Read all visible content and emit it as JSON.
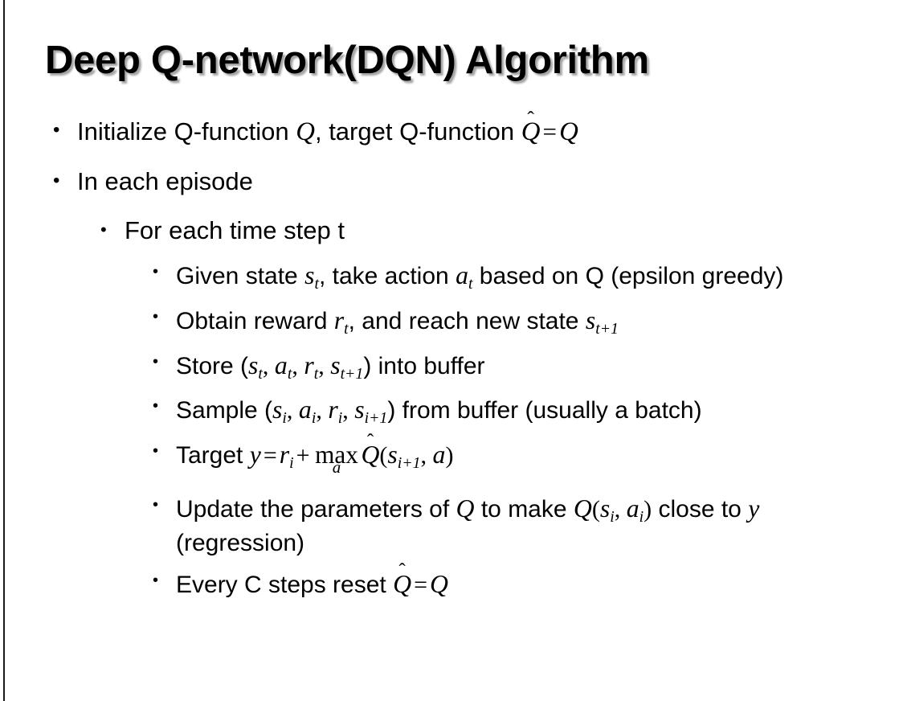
{
  "slide": {
    "title": "Deep Q-network(DQN) Algorithm",
    "background_color": "#ffffff",
    "text_color": "#000000",
    "left_rule_color": "#1a1a1a",
    "bullet_glyph": "•"
  },
  "content": {
    "b1_initialize": {
      "t1": "Initialize Q-function ",
      "Q_a": "Q",
      "t2": ", target Q-function ",
      "Qhat": "Q",
      "hat": "̂",
      "eq": "=",
      "Q_b": "Q"
    },
    "b2_in_each_episode": {
      "text": "In each episode"
    },
    "b3_for_each_time_step": {
      "text": "For each time step t"
    },
    "b4_given_state": {
      "t1": "Given state ",
      "s": "s",
      "s_sub": "t",
      "t2": ", take action ",
      "a": "a",
      "a_sub": "t",
      "t3": " based on Q (epsilon greedy)"
    },
    "b5_obtain_reward": {
      "t1": "Obtain reward ",
      "r": "r",
      "r_sub": "t",
      "t2": ", and reach new state ",
      "s": "s",
      "s_sub": "t+1"
    },
    "b6_store": {
      "t1": "Store (",
      "s1": "s",
      "s1_sub": "t",
      "c1": ", ",
      "a1": "a",
      "a1_sub": "t",
      "c2": ", ",
      "r1": "r",
      "r1_sub": "t",
      "c3": ", ",
      "s2": "s",
      "s2_sub": "t+1",
      "t2": ") into buffer"
    },
    "b7_sample": {
      "t1": "Sample (",
      "s1": "s",
      "s1_sub": "i",
      "c1": ", ",
      "a1": "a",
      "a1_sub": "i",
      "c2": ", ",
      "r1": "r",
      "r1_sub": "i",
      "c3": ", ",
      "s2": "s",
      "s2_sub": "i+1",
      "t2": ") from buffer (usually a batch)"
    },
    "b8_target": {
      "t1": "Target ",
      "y": "y",
      "eq": "=",
      "r": "r",
      "r_sub": "i",
      "plus": "+",
      "max": "max",
      "max_under": "a",
      "Qhat": "Q",
      "hat": "̂",
      "paren_open": "(",
      "s": "s",
      "s_sub": "i+1",
      "comma": ", ",
      "a": "a",
      "paren_close": ")"
    },
    "b9_update": {
      "t1": "Update the parameters of ",
      "Q1": "Q",
      "t2": " to make ",
      "Q2": "Q",
      "paren_open": "(",
      "s": "s",
      "s_sub": "i",
      "comma": ", ",
      "a": "a",
      "a_sub": "i",
      "paren_close": ")",
      "t3": " close to ",
      "y": "y",
      "t4": " (regression)"
    },
    "b10_every_c": {
      "t1": "Every C steps reset ",
      "Qhat": "Q",
      "hat": "̂",
      "eq": "=",
      "Q": "Q"
    }
  }
}
